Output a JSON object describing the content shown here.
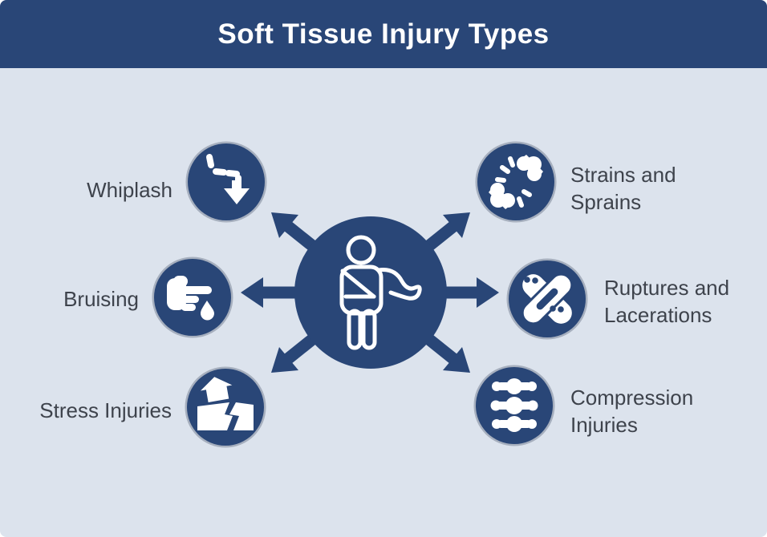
{
  "header": {
    "title": "Soft Tissue Injury Types"
  },
  "center": {
    "icon": "injured-person-arm-sling-icon"
  },
  "nodes": [
    {
      "id": "whiplash",
      "label": "Whiplash",
      "icon": "whiplash-dashed-arrow-icon",
      "side": "left"
    },
    {
      "id": "strains-sprains",
      "label": "Strains and Sprains",
      "icon": "joint-crack-bones-icon",
      "side": "right"
    },
    {
      "id": "bruising",
      "label": "Bruising",
      "icon": "pointing-hand-drop-icon",
      "side": "left"
    },
    {
      "id": "ruptures-lacerations",
      "label": "Ruptures and Lacerations",
      "icon": "crossed-bandages-icon",
      "side": "right"
    },
    {
      "id": "stress-injuries",
      "label": "Stress Injuries",
      "icon": "cracked-ground-house-icon",
      "side": "left"
    },
    {
      "id": "compression-injuries",
      "label": "Compression Injuries",
      "icon": "spine-vertebrae-icon",
      "side": "right"
    }
  ],
  "colors": {
    "primary": "#294677",
    "background": "#dce3ed",
    "header_text": "#ffffff",
    "label_text": "#3e434c",
    "icon_fill": "#ffffff"
  }
}
